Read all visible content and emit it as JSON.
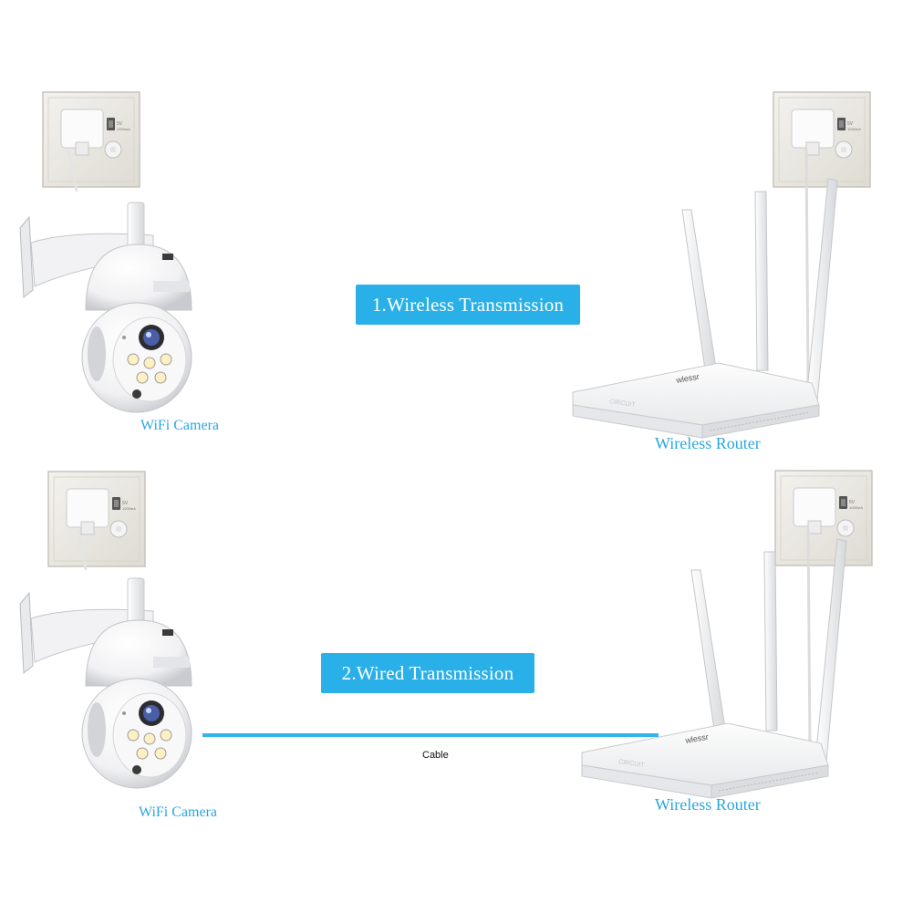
{
  "colors": {
    "accent": "#2ab0e8",
    "caption": "#2aa7e0",
    "cable": "#34b4ec"
  },
  "panels": [
    {
      "label": "1.Wireless Transmission",
      "camera_caption": "WiFi Camera",
      "router_caption": "Wireless Router",
      "connection": "wireless"
    },
    {
      "label": "2.Wired Transmission",
      "camera_caption": "WiFi Camera",
      "router_caption": "Wireless Router",
      "connection": "wired",
      "cable_label": "Cable"
    }
  ],
  "icons": [
    "wall-socket-icon",
    "camera-icon",
    "router-icon"
  ]
}
